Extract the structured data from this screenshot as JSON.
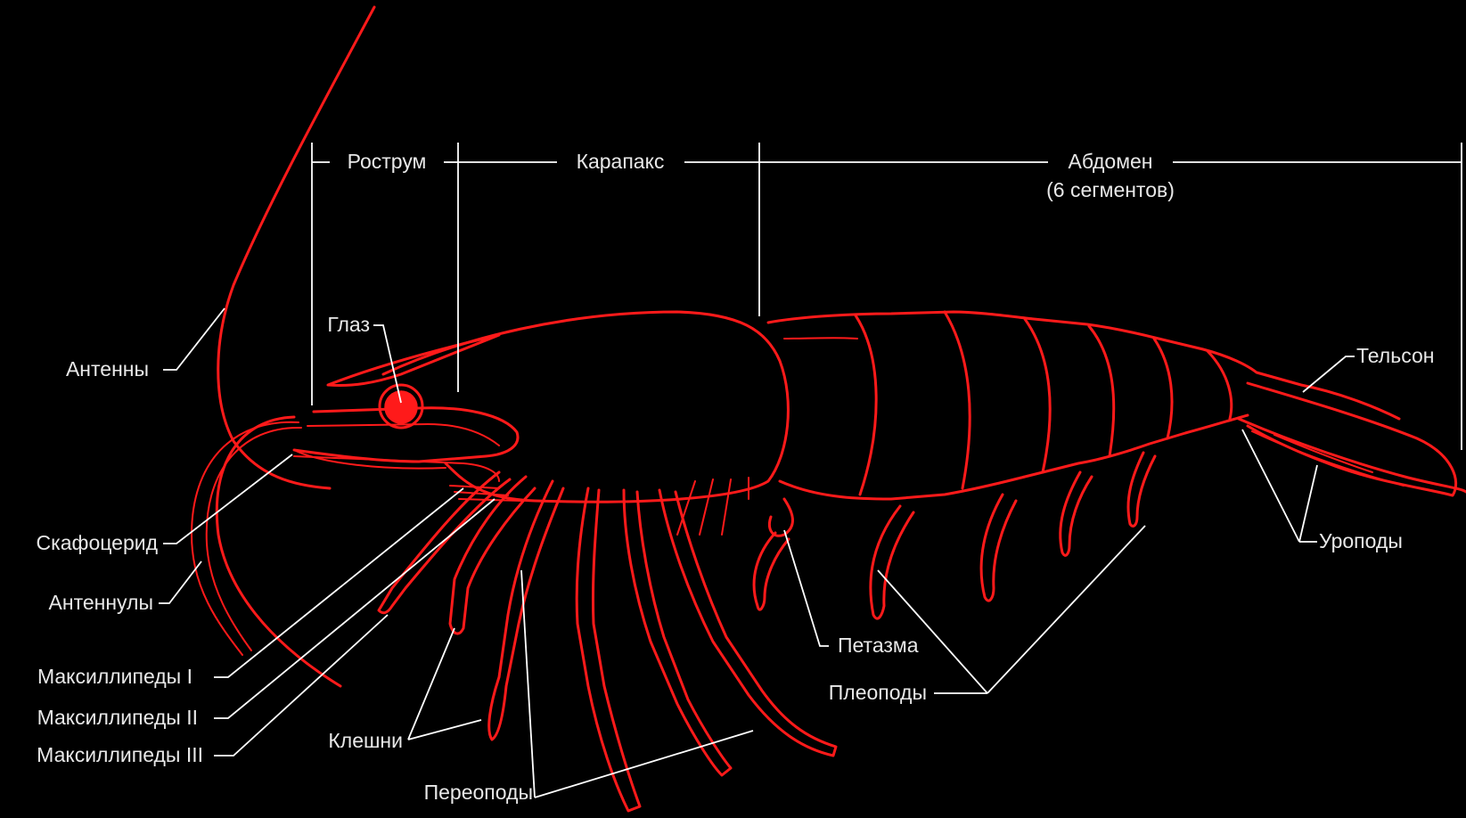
{
  "colors": {
    "background": "#000000",
    "body": "#ff1a1a",
    "leader": "#ffffff",
    "text": "#e8e8e8"
  },
  "sections": {
    "rostrum": "Рострум",
    "carapace": "Карапакс",
    "abdomen": "Абдомен",
    "abdomen_sub": "(6 сегментов)"
  },
  "labels": {
    "eye": "Глаз",
    "antennae": "Антенны",
    "scaphocerite": "Скафоцерид",
    "antennules": "Антеннулы",
    "maxilliped1": "Максиллипеды I",
    "maxilliped2": "Максиллипеды II",
    "maxilliped3": "Максиллипеды III",
    "claws": "Клешни",
    "pereopods": "Переоподы",
    "petasma": "Петазма",
    "pleopods": "Плеоподы",
    "telson": "Тельсон",
    "uropods": "Уроподы"
  }
}
